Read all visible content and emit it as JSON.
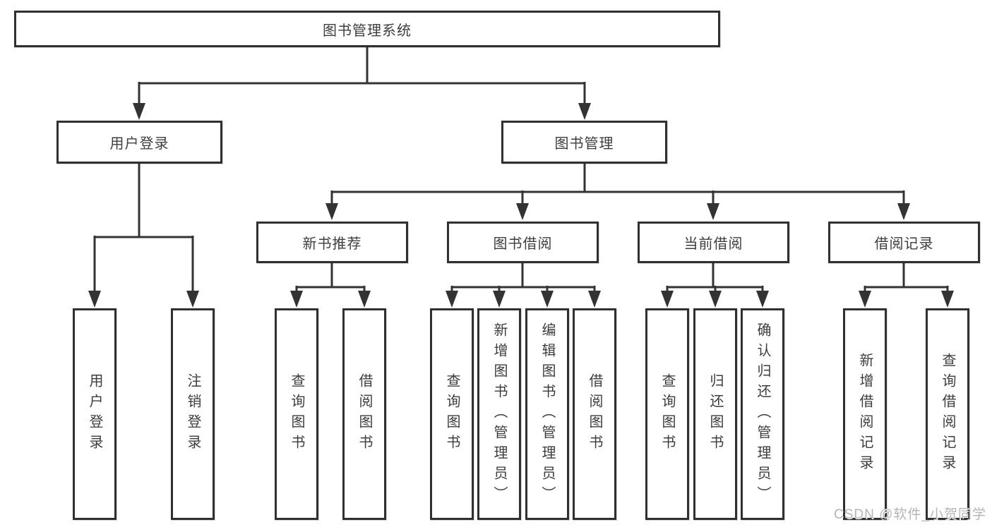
{
  "diagram": {
    "root": {
      "label": "图书管理系统"
    },
    "level2": [
      {
        "label": "用户登录",
        "leaves": [
          "用户登录",
          "注销登录"
        ]
      },
      {
        "label": "图书管理",
        "groups": [
          {
            "label": "新书推荐",
            "leaves": [
              "查询图书",
              "借阅图书"
            ]
          },
          {
            "label": "图书借阅",
            "leaves": [
              "查询图书",
              "新增图书（管理员）",
              "编辑图书（管理员）",
              "借阅图书"
            ]
          },
          {
            "label": "当前借阅",
            "leaves": [
              "查询图书",
              "归还图书",
              "确认归还（管理员）"
            ]
          },
          {
            "label": "借阅记录",
            "leaves": [
              "新增借阅记录",
              "查询借阅记录"
            ]
          }
        ]
      }
    ]
  },
  "colors": {
    "line": "#333333",
    "box_border": "#303030",
    "text": "#3d3d3d",
    "watermark": "#b5b5b5"
  },
  "watermark": {
    "text": "CSDN @软件_小贺同学"
  }
}
